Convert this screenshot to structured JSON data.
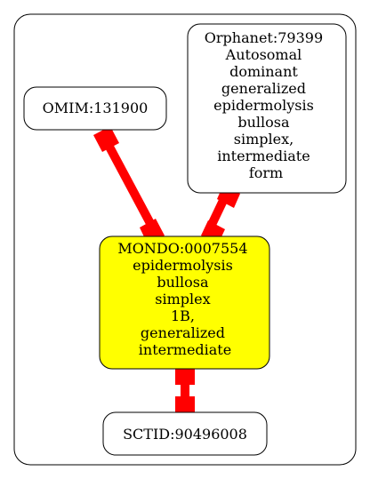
{
  "diagram": {
    "nodes": [
      {
        "id": "omim",
        "lines": [
          "OMIM:131900"
        ],
        "fill": "#ffffff"
      },
      {
        "id": "orphanet",
        "lines": [
          "Orphanet:79399",
          "Autosomal",
          "dominant",
          "generalized",
          "epidermolysis",
          "bullosa",
          "simplex,",
          "intermediate",
          "form"
        ],
        "fill": "#ffffff"
      },
      {
        "id": "mondo",
        "lines": [
          "MONDO:0007554",
          "epidermolysis",
          "bullosa",
          "simplex",
          "1B,",
          "generalized",
          "intermediate"
        ],
        "fill": "#ffff00"
      },
      {
        "id": "sctid",
        "lines": [
          "SCTID:90496008"
        ],
        "fill": "#ffffff"
      }
    ],
    "edges": [
      {
        "from": "omim",
        "to": "mondo",
        "color": "#ff0000"
      },
      {
        "from": "orphanet",
        "to": "mondo",
        "color": "#ff0000"
      },
      {
        "from": "mondo",
        "to": "sctid",
        "color": "#ff0000"
      }
    ]
  }
}
